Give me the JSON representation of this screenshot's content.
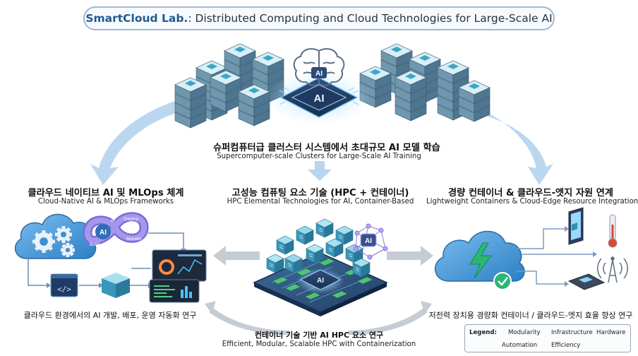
{
  "header": {
    "brand": "SmartCloud Lab.",
    "subtitle": ": Distributed Computing and Cloud Technologies for Large-Scale AI"
  },
  "top_section": {
    "title_ko": "슈퍼컴퓨터급 클러스터 시스템에서 초대규모 AI 모델 학습",
    "title_en": "Supercomputer-scale Clusters for Large-Scale AI Training",
    "chip_label": "AI",
    "brain_label": "AI"
  },
  "left_section": {
    "title_ko": "클라우드 네이티브 AI 및 MLOps 체계",
    "title_en": "Cloud-Native AI & MLOps Frameworks",
    "caption_ko": "클라우드 환경에서의 AI 개발, 배포, 운영 자동화 연구",
    "loop_center": "AI",
    "loop_labels": [
      "AI",
      "Build",
      "Deploy",
      "Monitor"
    ],
    "code_glyph": "</>"
  },
  "center_section": {
    "title_ko": "고성능 컴퓨팅 요소 기술 (HPC + 컨테이너)",
    "title_en": "HPC Elemental Technologies for AI, Container-Based",
    "caption_ko": "컨테이너 기술 기반 AI HPC 요소 연구",
    "caption_en": "Efficient, Modular, Scalable HPC with Containerization",
    "chip_label": "AI",
    "network_label": "AI"
  },
  "right_section": {
    "title_ko": "경량 컨테이너 & 클라우드-엣지 자원 연계",
    "title_en": "Lightweight Containers & Cloud-Edge Resource Integration",
    "caption_ko": "저전력 장치용 경량화 컨테이너 / 클라우드-엣지 효율 향상 연구"
  },
  "legend": {
    "title": "Legend:",
    "items": [
      {
        "label": "Modularity",
        "icon": "cube-icon"
      },
      {
        "label": "Infrastructure",
        "icon": "cloud-icon"
      },
      {
        "label": "Hardware",
        "icon": "chip-icon"
      },
      {
        "label": "Automation",
        "icon": "gear-icon"
      },
      {
        "label": "Efficiency",
        "icon": "lightning-icon"
      }
    ]
  },
  "colors": {
    "brand": "#1f5a8f",
    "arrow": "#a9cbe8",
    "cloud": "#3f8fd0",
    "accent_green": "#2bb673",
    "teal": "#4fa3b8",
    "navy": "#1d3557"
  }
}
